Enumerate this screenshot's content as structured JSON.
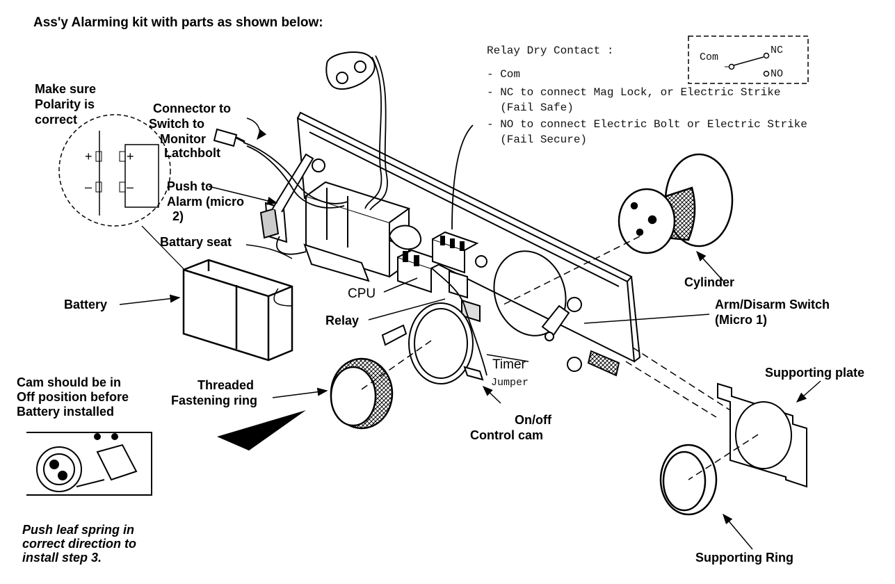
{
  "header": {
    "title": "Ass'y Alarming kit with parts as shown below:"
  },
  "relay_contact": {
    "title": "Relay Dry Contact :",
    "lines": [
      "- Com",
      "- NC to connect Mag Lock, or Electric Strike",
      "  (Fail Safe)",
      "- NO to connect Electric Bolt or Electric Strike",
      "  (Fail Secure)"
    ],
    "schematic": {
      "com": "Com",
      "nc": "NC",
      "no": "NO"
    }
  },
  "notes": {
    "polarity": [
      "Make sure",
      "Polarity is",
      "correct"
    ],
    "cam": [
      "Cam should be in",
      "Off position before",
      "Battery installed"
    ],
    "leaf_spring": [
      "Push leaf spring in",
      "correct direction to",
      "install step 3."
    ]
  },
  "polarity_marks": {
    "plus": "+",
    "minus": "–"
  },
  "labels": {
    "connector": [
      "Connector to",
      "Switch to",
      "Monitor",
      "Latchbolt"
    ],
    "push_alarm": [
      "Push to",
      "Alarm (micro",
      "2)"
    ],
    "battery_seat": "Battary seat",
    "battery": "Battery",
    "cpu": "CPU",
    "relay": "Relay",
    "timer": "Timer",
    "jumper": "Jumper",
    "threaded_ring": [
      "Threaded",
      "Fastening ring"
    ],
    "control_cam": [
      "On/off",
      "Control cam"
    ],
    "cylinder": "Cylinder",
    "arm_switch": [
      "Arm/Disarm Switch",
      "(Micro 1)"
    ],
    "supporting_plate": "Supporting plate",
    "supporting_ring": "Supporting Ring"
  }
}
